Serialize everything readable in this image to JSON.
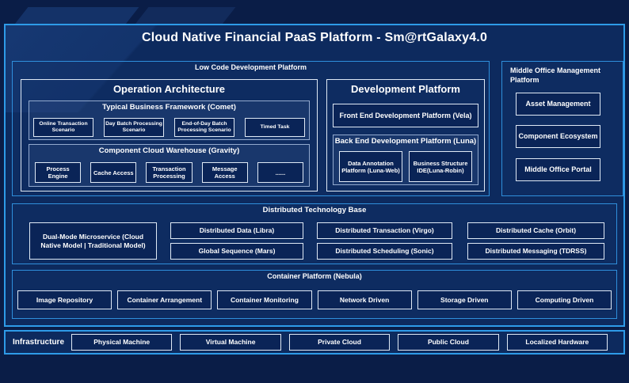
{
  "title": "Cloud Native Financial PaaS Platform - Sm@rtGalaxy4.0",
  "colors": {
    "background": "#0a1d47",
    "panel": "#0d2a5e",
    "accent_border": "#2e9be8",
    "light_border": "#dfe9f5",
    "leaf_fill": "#0a2457",
    "text": "#ffffff"
  },
  "low_code": {
    "label": "Low Code Development Platform",
    "operation": {
      "title": "Operation Architecture",
      "comet": {
        "title": "Typical Business Framework (Comet)",
        "items": [
          "Online Transaction Scenario",
          "Day Batch Processing Scenario",
          "End-of-Day Batch Processing Scenario",
          "Timed Task"
        ]
      },
      "gravity": {
        "title": "Component Cloud Warehouse (Gravity)",
        "items": [
          "Process Engine",
          "Cache Access",
          "Transaction Processing",
          "Message Access",
          "......"
        ]
      }
    },
    "development": {
      "title": "Development Platform",
      "front_end": "Front End Development Platform (Vela)",
      "back_end": {
        "title": "Back End Development Platform (Luna)",
        "items": [
          "Data Annotation Platform (Luna-Web)",
          "Business Structure IDE(Luna-Robin)"
        ]
      }
    }
  },
  "middle_office": {
    "label": "Middle Office Management Platform",
    "items": [
      "Asset Management",
      "Component Ecosystem",
      "Middle Office Portal"
    ]
  },
  "distributed": {
    "label": "Distributed Technology Base",
    "dual_mode": "Dual-Mode Microservice (Cloud Native Model | Traditional Model)",
    "items": [
      "Distributed Data (Libra)",
      "Global Sequence (Mars)",
      "Distributed Transaction (Virgo)",
      "Distributed Scheduling (Sonic)",
      "Distributed Cache (Orbit)",
      "Distributed Messaging (TDRSS)"
    ]
  },
  "container_platform": {
    "label": "Container Platform (Nebula)",
    "items": [
      "Image Repository",
      "Container Arrangement",
      "Container Monitoring",
      "Network Driven",
      "Storage Driven",
      "Computing Driven"
    ]
  },
  "infrastructure": {
    "label": "Infrastructure",
    "items": [
      "Physical Machine",
      "Virtual Machine",
      "Private Cloud",
      "Public Cloud",
      "Localized Hardware"
    ]
  }
}
